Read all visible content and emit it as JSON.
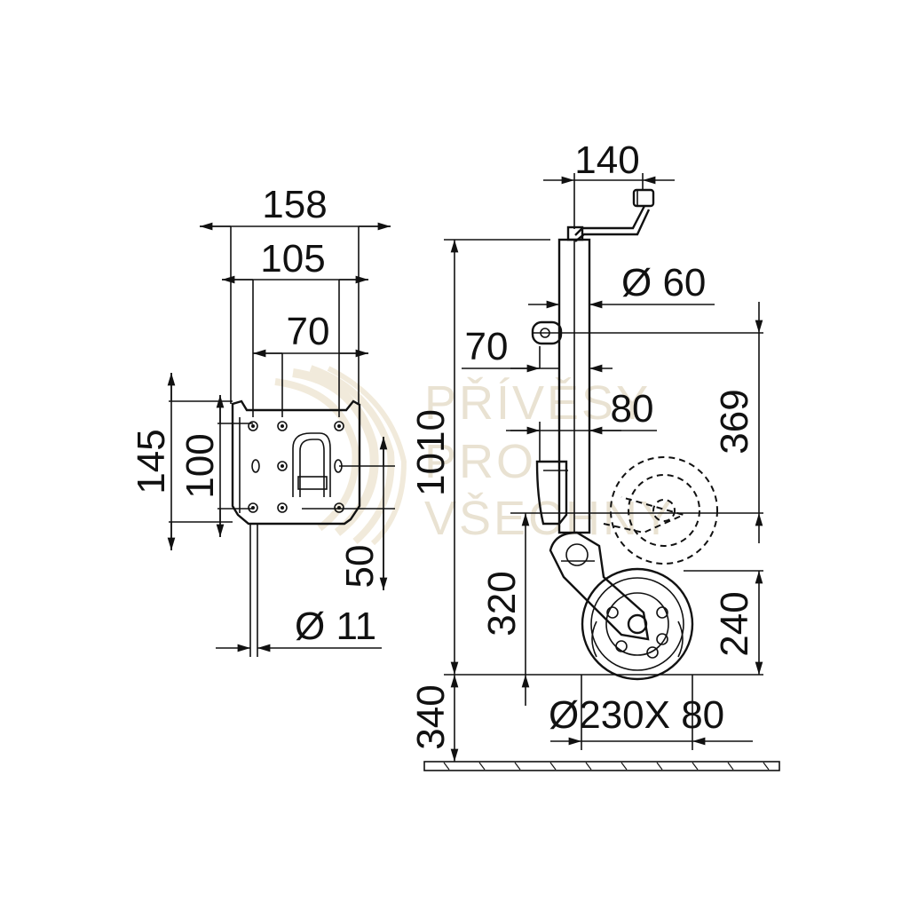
{
  "dimensions": {
    "plate_width_outer": "158",
    "plate_width_mid": "105",
    "plate_width_inner": "70",
    "plate_height_outer": "145",
    "plate_height_inner": "100",
    "hole_offset": "50",
    "hole_diameter": "Ø 11",
    "crank_width": "140",
    "tube_diameter": "Ø 60",
    "clamp_offset_70": "70",
    "clamp_offset_80": "80",
    "height_369": "369",
    "total_height": "1010",
    "height_320": "320",
    "height_240": "240",
    "ground_offset": "340",
    "wheel_size": "Ø230X 80"
  },
  "watermark": {
    "line1": "PŘÍVĚSY",
    "line2": "PRO",
    "line3": "VŠECHNY"
  }
}
